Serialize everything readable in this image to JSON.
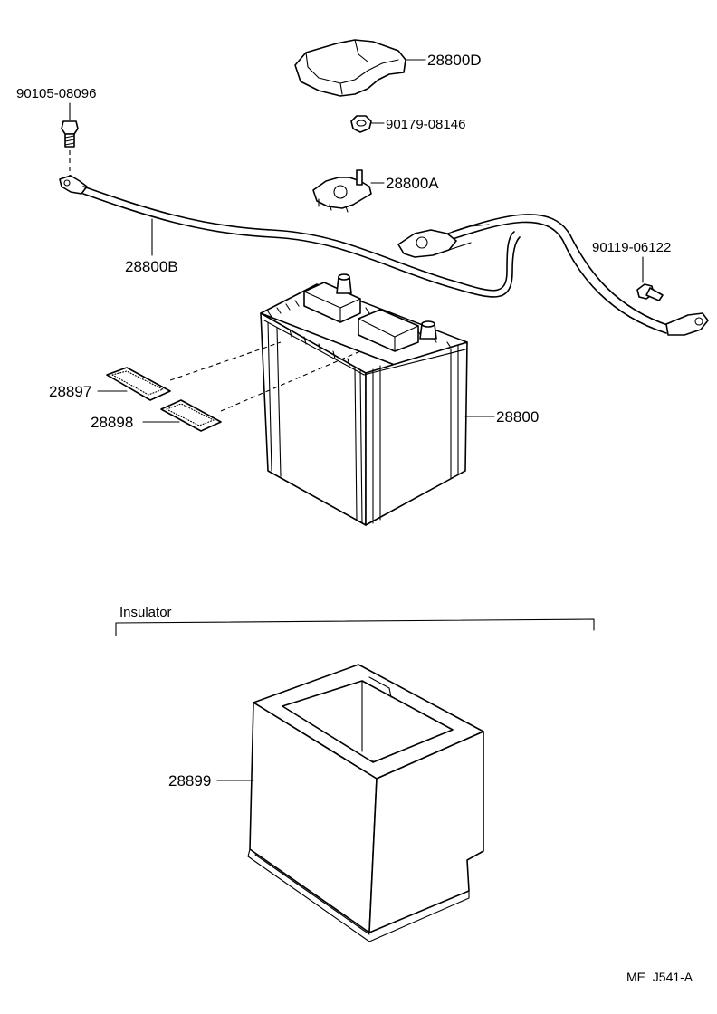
{
  "diagram": {
    "part_labels": {
      "p28800D": "28800D",
      "p90179_08146": "90179-08146",
      "p28800A": "28800A",
      "p90105_08096": "90105-08096",
      "p28800B": "28800B",
      "p90119_06122": "90119-06122",
      "p28897": "28897",
      "p28898": "28898",
      "p28800": "28800",
      "p28899": "28899"
    },
    "insulator_group_label": "Insulator",
    "reference_code": "ME  J541-A"
  }
}
